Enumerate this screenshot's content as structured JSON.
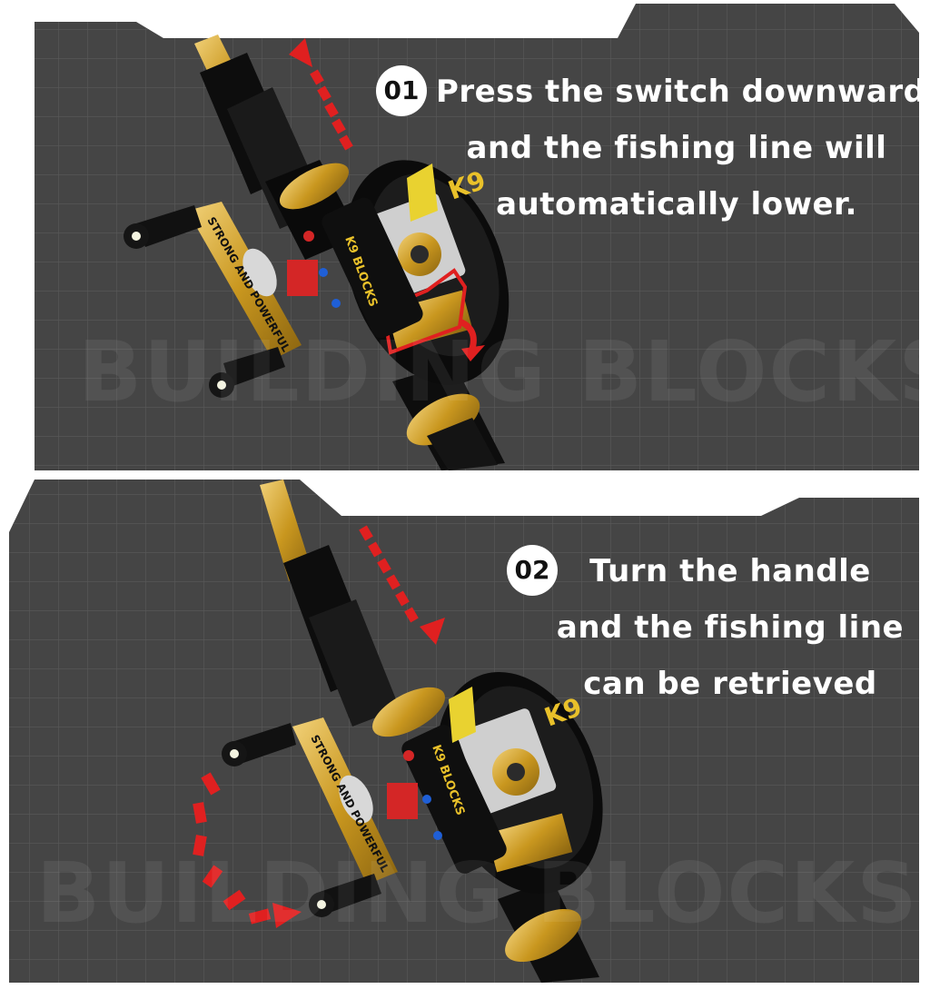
{
  "panels": [
    {
      "step": "01",
      "caption_lines": [
        "Press the switch downward,",
        "and the fishing line will",
        "automatically lower."
      ],
      "watermark": "BUILDING BLOCKS"
    },
    {
      "step": "02",
      "caption_lines": [
        "Turn the handle",
        "and the fishing line",
        "can be retrieved"
      ],
      "watermark": "BUILDING BLOCKS"
    }
  ],
  "reel_markings": {
    "brand": "K9 BLOCKS",
    "logo": "K9",
    "handle_text": "STRONG AND POWERFUL"
  },
  "colors": {
    "panel_bg": "#454545",
    "grid": "#5a5a5a",
    "arrow": "#e02020",
    "gold": "#d4a72c",
    "reel_body": "#111111"
  },
  "icons": [
    "arrow-up-icon",
    "arrow-down-icon",
    "rotate-arrow-icon",
    "curved-arrow-icon"
  ]
}
